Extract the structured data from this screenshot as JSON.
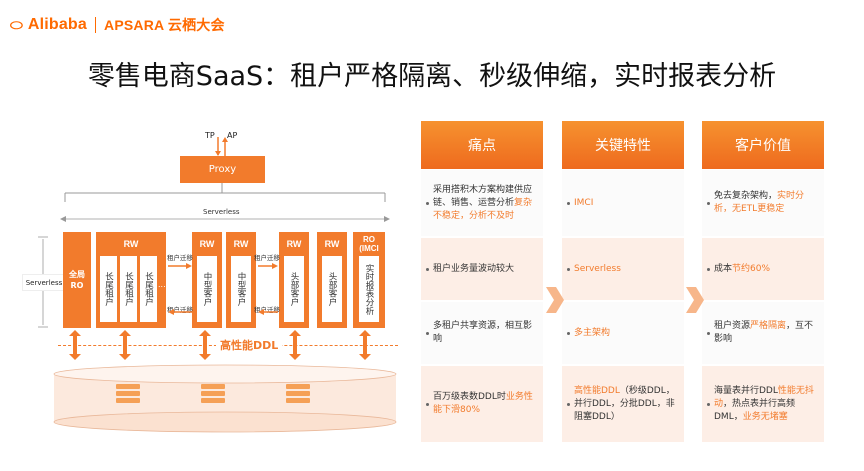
{
  "header": {
    "brand": "Alibaba",
    "sub_brand": "APSARA 云栖大会"
  },
  "title": "零售电商SaaS：租户严格隔离、秒级伸缩，实时报表分析",
  "diagram": {
    "tp_label": "TP",
    "ap_label": "AP",
    "proxy": "Proxy",
    "serverless_top": "Serverless",
    "serverless_side": "Serverless",
    "global_ro": "全局RO",
    "rw": "RW",
    "ro_imci": "RO (IMCI",
    "long_tail": "长尾租户",
    "mid": "中型客户",
    "head": "头部客户",
    "realtime": "实时报表分析",
    "ellipsis": "...",
    "tenant_migrate": "租户迁移",
    "ddl": "高性能DDL"
  },
  "table": {
    "headers": [
      "痛点",
      "关键特性",
      "客户价值"
    ],
    "rows": [
      {
        "pain": [
          {
            "t": "采用搭积木方案构建供应链、销售、运营分析"
          },
          {
            "t": "复杂不稳定，分析不及时",
            "hl": true
          }
        ],
        "feature": [
          {
            "t": "IMCI",
            "hl": true
          }
        ],
        "value": [
          {
            "t": "免去复杂架构，"
          },
          {
            "t": "实时分析，无ETL更稳定",
            "hl": true
          }
        ]
      },
      {
        "pain": [
          {
            "t": "租户业务量波动较大"
          }
        ],
        "feature": [
          {
            "t": "Serverless",
            "hl": true
          }
        ],
        "value": [
          {
            "t": "成本"
          },
          {
            "t": "节约60%",
            "hl": true
          }
        ]
      },
      {
        "pain": [
          {
            "t": "多租户共享资源，相互影响"
          }
        ],
        "feature": [
          {
            "t": "多主架构",
            "hl": true
          }
        ],
        "value": [
          {
            "t": "租户资源"
          },
          {
            "t": "严格隔离",
            "hl": true
          },
          {
            "t": "，互不影响"
          }
        ]
      },
      {
        "pain": [
          {
            "t": "百万级表数DDL时"
          },
          {
            "t": "业务性能下滑80%",
            "hl": true
          }
        ],
        "feature": [
          {
            "t": "高性能DDL",
            "hl": true
          },
          {
            "t": "（秒级DDL，并行DDL，分批DDL，非阻塞DDL）"
          }
        ],
        "value": [
          {
            "t": "海量表并行DDL"
          },
          {
            "t": "性能无抖动",
            "hl": true
          },
          {
            "t": "，热点表并行高频DML，"
          },
          {
            "t": "业务无堵塞",
            "hl": true
          }
        ]
      }
    ]
  },
  "colors": {
    "accent": "#F27B2C",
    "brand": "#FF6A00"
  }
}
